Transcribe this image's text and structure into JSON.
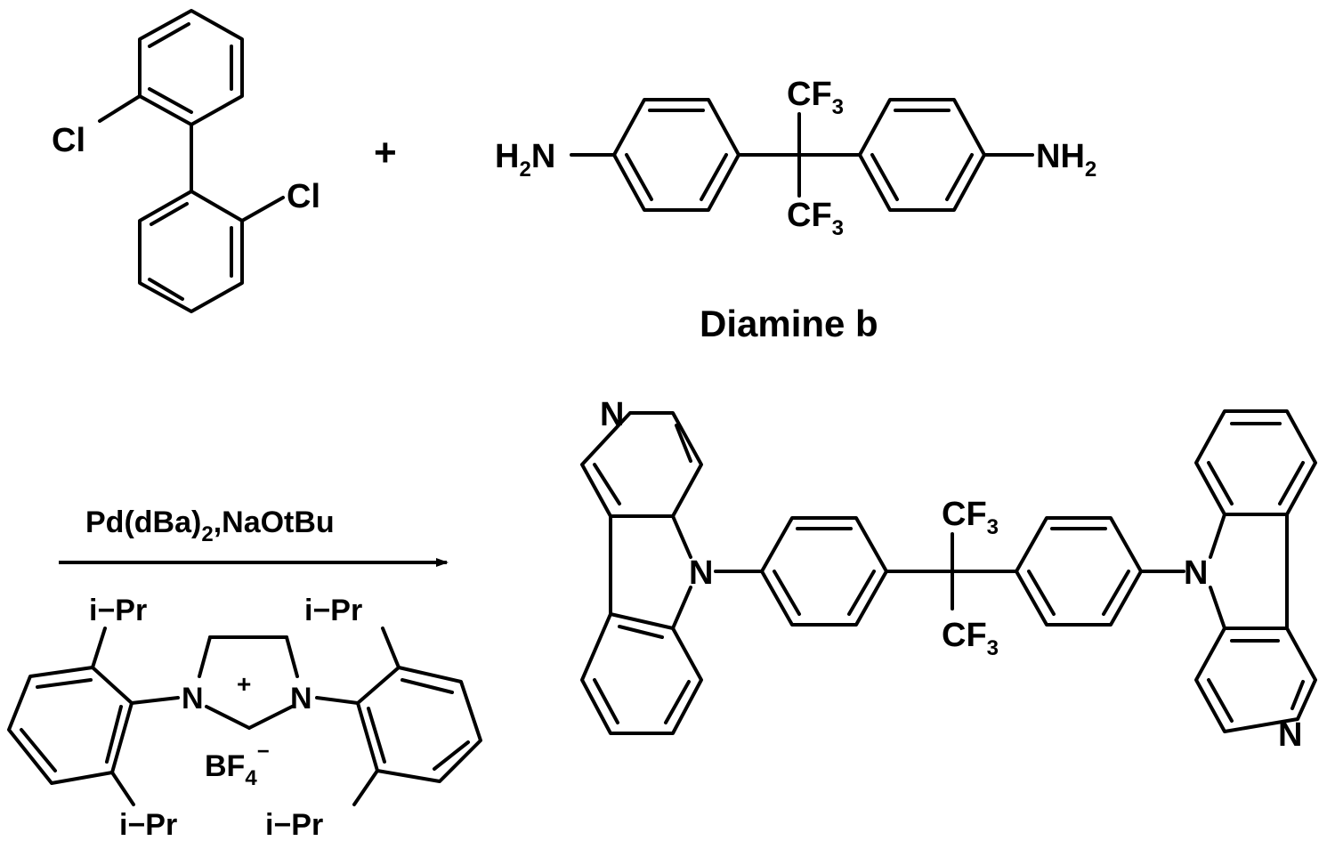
{
  "reactant1": {
    "cl_top": "Cl",
    "cl_bottom": "Cl"
  },
  "plus_sign": "+",
  "diamine": {
    "left_h": "H",
    "left_h_sub": "2",
    "left_n": "N",
    "right_n": "NH",
    "right_n_sub": "2",
    "cf3_top_c": "CF",
    "cf3_top_sub": "3",
    "cf3_bottom_c": "CF",
    "cf3_bottom_sub": "3",
    "name": "Diamine b"
  },
  "conditions": {
    "reagent_pre": "Pd(dBa)",
    "reagent_sub": "2",
    "reagent_post": ",NaOtBu"
  },
  "catalyst": {
    "ipr_top_left": "i−Pr",
    "ipr_top_right": "i−Pr",
    "ipr_bottom_left": "i−Pr",
    "ipr_bottom_right": "i−Pr",
    "n_left": "N",
    "n_right": "N",
    "charge": "+",
    "counterion": "BF",
    "counterion_sub": "4",
    "counterion_charge": "−"
  },
  "product": {
    "n_pyridine_left": "N",
    "n_carbazole_left": "N",
    "n_carbazole_right": "N",
    "n_pyridine_right": "N",
    "cf3_top_c": "CF",
    "cf3_top_sub": "3",
    "cf3_bottom_c": "CF",
    "cf3_bottom_sub": "3"
  }
}
